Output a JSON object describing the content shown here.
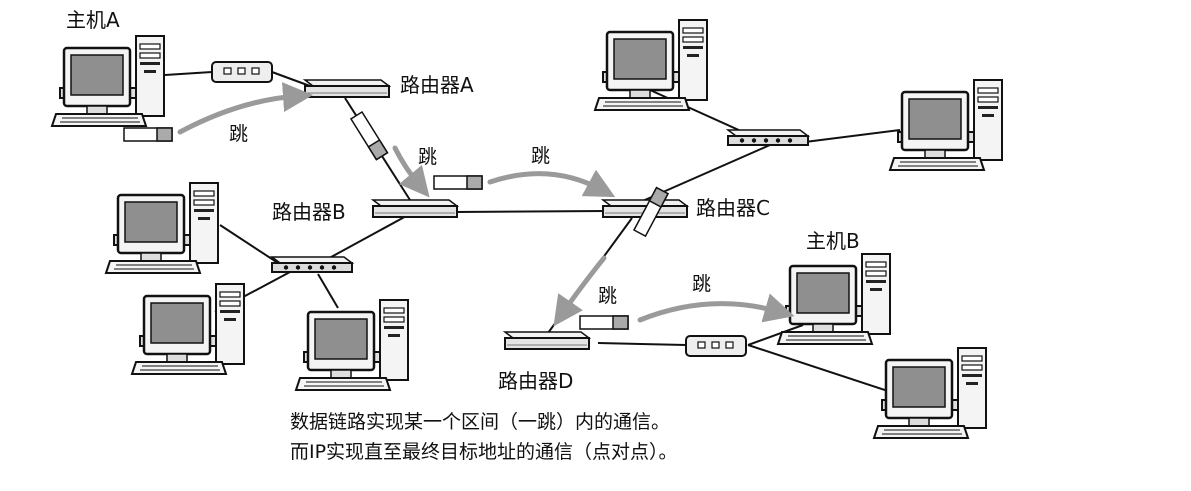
{
  "labels": {
    "host_a": "主机A",
    "host_b": "主机B",
    "router_a": "路由器A",
    "router_b": "路由器B",
    "router_c": "路由器C",
    "router_d": "路由器D"
  },
  "hop_label": "跳",
  "caption": {
    "line1": "数据链路实现某一个区间（一跳）内的通信。",
    "line2": "而IP实现直至最终目标地址的通信（点对点）。"
  },
  "colors": {
    "line": "#111111",
    "arrow": "#9a9a9a",
    "screen": "#8f8f8f",
    "device": "#e8e8e8"
  }
}
